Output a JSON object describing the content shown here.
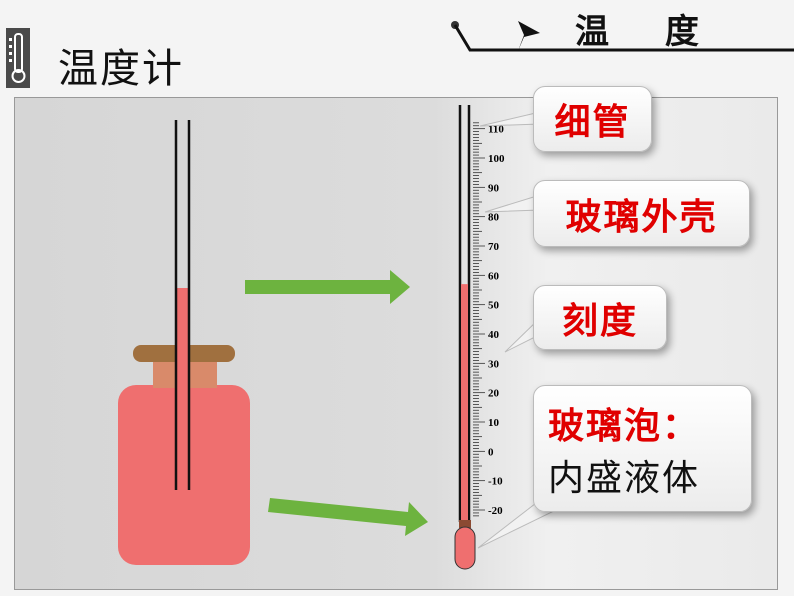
{
  "header": {
    "title": "温度计",
    "section": "温  度",
    "icon": "thermometer-icon"
  },
  "callouts": {
    "tube": "细管",
    "shell": "玻璃外壳",
    "scale": "刻度",
    "bulb": "玻璃泡：",
    "bulb_desc": "内盛液体"
  },
  "scale": {
    "labels": [
      "110",
      "100",
      "90",
      "80",
      "70",
      "60",
      "50",
      "40",
      "30",
      "20",
      "10",
      "0",
      "-10",
      "-20"
    ],
    "liquid_level": 57
  },
  "colors": {
    "liquid": "#ef6f6f",
    "arrow": "#6db33f",
    "cork": "#a0703f",
    "callout_text": "#e00000"
  }
}
